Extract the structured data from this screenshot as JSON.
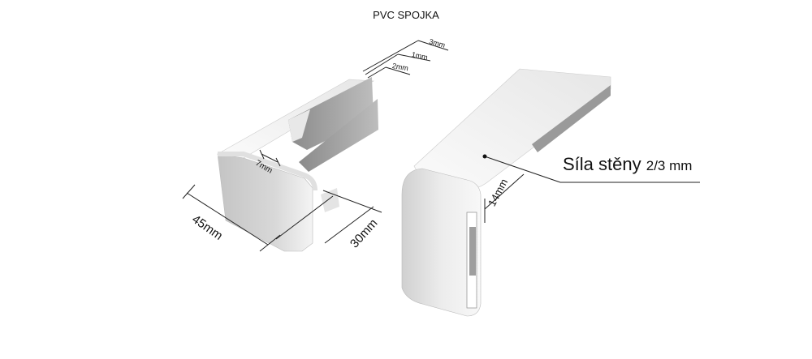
{
  "title": "PVC SPOJKA",
  "wall_thickness": {
    "label": "Síla stěny",
    "value": "2/3 mm"
  },
  "dimensions": {
    "length": "45mm",
    "depth": "30mm",
    "inner_gap": "7mm",
    "height": "14mm",
    "thickness_3": "3mm",
    "thickness_1": "1mm",
    "thickness_2": "2mm"
  }
}
